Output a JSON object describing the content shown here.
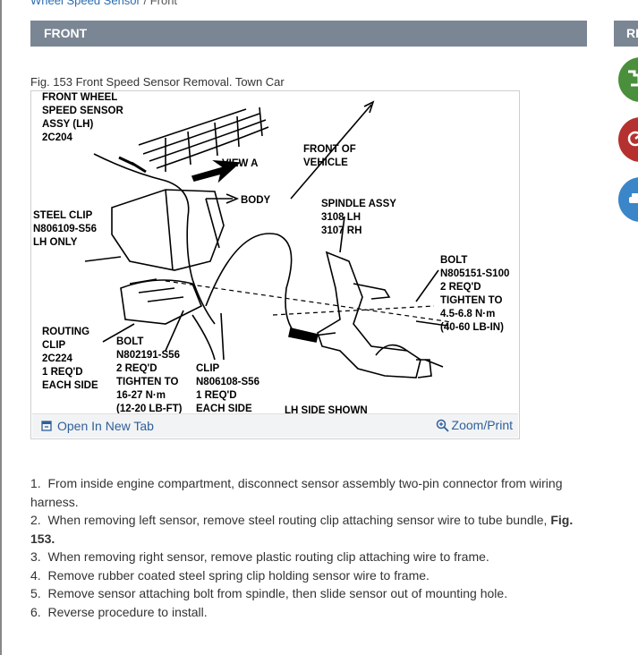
{
  "breadcrumb": {
    "parent": "Wheel Speed Sensor",
    "separator": " / ",
    "current": "Front"
  },
  "section": {
    "title": "FRONT"
  },
  "sidebar": {
    "header": "RE"
  },
  "figure": {
    "caption": "Fig. 153 Front Speed Sensor Removal. Town Car",
    "open_tab_label": "Open In New Tab",
    "zoom_label": "Zoom/Print",
    "labels": {
      "sensor": [
        "FRONT WHEEL",
        "SPEED SENSOR",
        "ASSY (LH)",
        "2C204"
      ],
      "view": "VIEW A",
      "front": [
        "FRONT OF",
        "VEHICLE"
      ],
      "body": "BODY",
      "steel_clip": [
        "STEEL CLIP",
        "N806109-S56",
        "LH ONLY"
      ],
      "spindle": [
        "SPINDLE ASSY",
        "3108 LH",
        "3107 RH"
      ],
      "bolt_right": [
        "BOLT",
        "N805151-S100",
        "2 REQ'D",
        "TIGHTEN TO",
        "4.5-6.8 N·m",
        "(40-60 LB-IN)"
      ],
      "routing_clip": [
        "ROUTING",
        "CLIP",
        "2C224",
        "1 REQ'D",
        "EACH SIDE"
      ],
      "bolt_mid": [
        "BOLT",
        "N802191-S56",
        "2 REQ'D",
        "TIGHTEN TO",
        "16-27 N·m",
        "(12-20 LB-FT)"
      ],
      "clip": [
        "CLIP",
        "N806108-S56",
        "1 REQ'D",
        "EACH SIDE"
      ],
      "side_shown": "LH SIDE SHOWN"
    }
  },
  "steps": [
    {
      "num": "1.",
      "text": "From inside engine compartment, disconnect sensor assembly two-pin connector from wiring harness.",
      "bold": ""
    },
    {
      "num": "2.",
      "text": "When removing left sensor, remove steel routing clip attaching sensor wire to tube bundle, ",
      "bold": "Fig. 153."
    },
    {
      "num": "3.",
      "text": "When removing right sensor, remove plastic routing clip attaching wire to frame.",
      "bold": ""
    },
    {
      "num": "4.",
      "text": "Remove rubber coated steel spring clip holding sensor wire to frame.",
      "bold": ""
    },
    {
      "num": "5.",
      "text": "Remove sensor attaching bolt from spindle, then slide sensor out of mounting hole.",
      "bold": ""
    },
    {
      "num": "6.",
      "text": "Reverse procedure to install.",
      "bold": ""
    }
  ],
  "colors": {
    "header_bg": "#7a8694",
    "link": "#2f5f99",
    "circle_green": "#4a8f3c",
    "circle_red": "#b5312f",
    "circle_blue": "#3a86c8"
  }
}
